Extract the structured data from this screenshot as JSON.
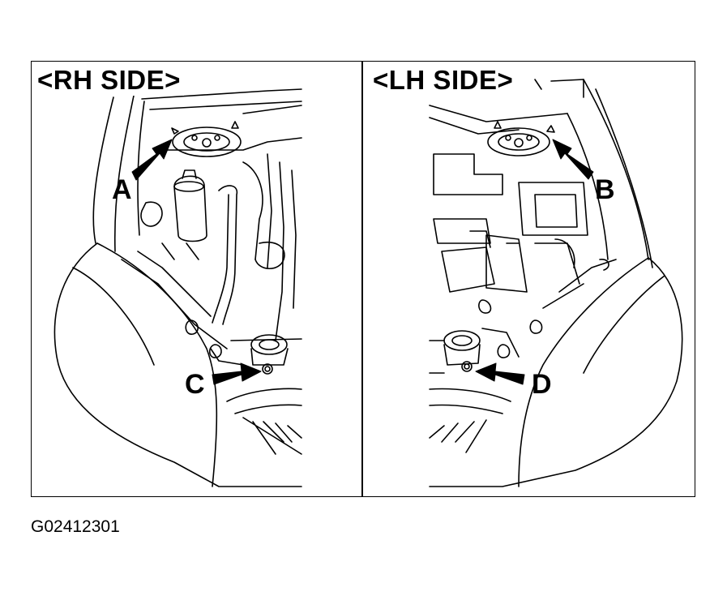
{
  "panels": {
    "rh": {
      "title": "<RH SIDE>"
    },
    "lh": {
      "title": "<LH SIDE>"
    }
  },
  "callouts": {
    "a": "A",
    "b": "B",
    "c": "C",
    "d": "D"
  },
  "figure_id": "G02412301",
  "colors": {
    "line": "#000000",
    "background": "#ffffff"
  }
}
